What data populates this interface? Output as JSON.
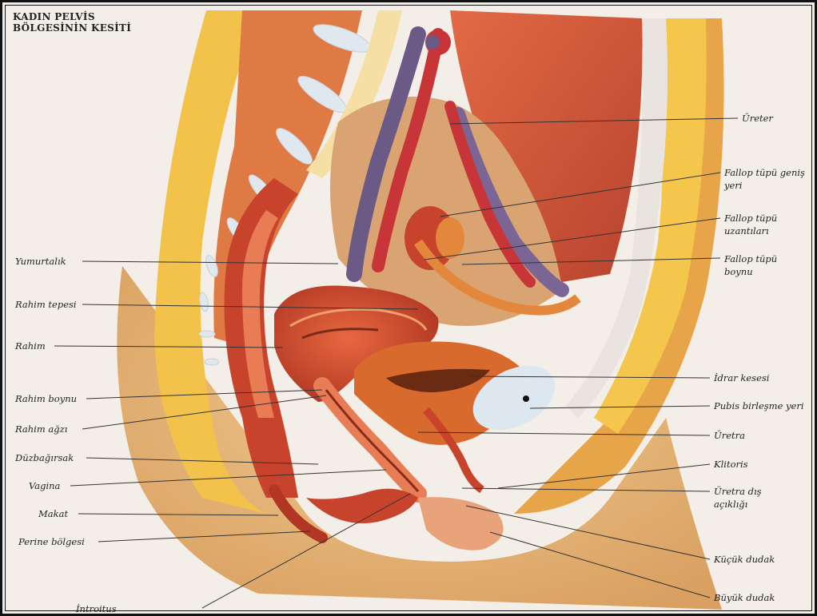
{
  "title": {
    "line1": "KADIN PELVİS",
    "line2": "BÖLGESİNİN KESİTİ"
  },
  "labels_left": [
    "Yumurtalık",
    "Rahim tepesi",
    "Rahim",
    "Rahim boynu",
    "Rahim ağzı",
    "Düzbağırsak",
    "Vagina",
    "Makat",
    "Perine bölgesi",
    "İntroitus"
  ],
  "labels_right": [
    {
      "line1": "Üreter",
      "line2": ""
    },
    {
      "line1": "Fallop tüpü geniş",
      "line2": "yeri"
    },
    {
      "line1": "Fallop tüpü",
      "line2": "uzantıları"
    },
    {
      "line1": "Fallop tüpü",
      "line2": "boynu"
    },
    {
      "line1": "İdrar kesesi",
      "line2": ""
    },
    {
      "line1": "Pubis birleşme yeri",
      "line2": ""
    },
    {
      "line1": "Üretra",
      "line2": ""
    },
    {
      "line1": "Klitoris",
      "line2": ""
    },
    {
      "line1": "Üretra dış",
      "line2": "açıklığı"
    },
    {
      "line1": "Küçük dudak",
      "line2": ""
    },
    {
      "line1": "Büyük dudak",
      "line2": ""
    }
  ],
  "colors": {
    "skin": "#e9b878",
    "fat": "#f2c24a",
    "muscle": "#d2553a",
    "uterus": "#c8432c",
    "vein": "#6b5a86",
    "artery": "#c83538",
    "bone": "#e07a45",
    "disc": "#dfe8ef",
    "bladder": "#d96a2e"
  }
}
